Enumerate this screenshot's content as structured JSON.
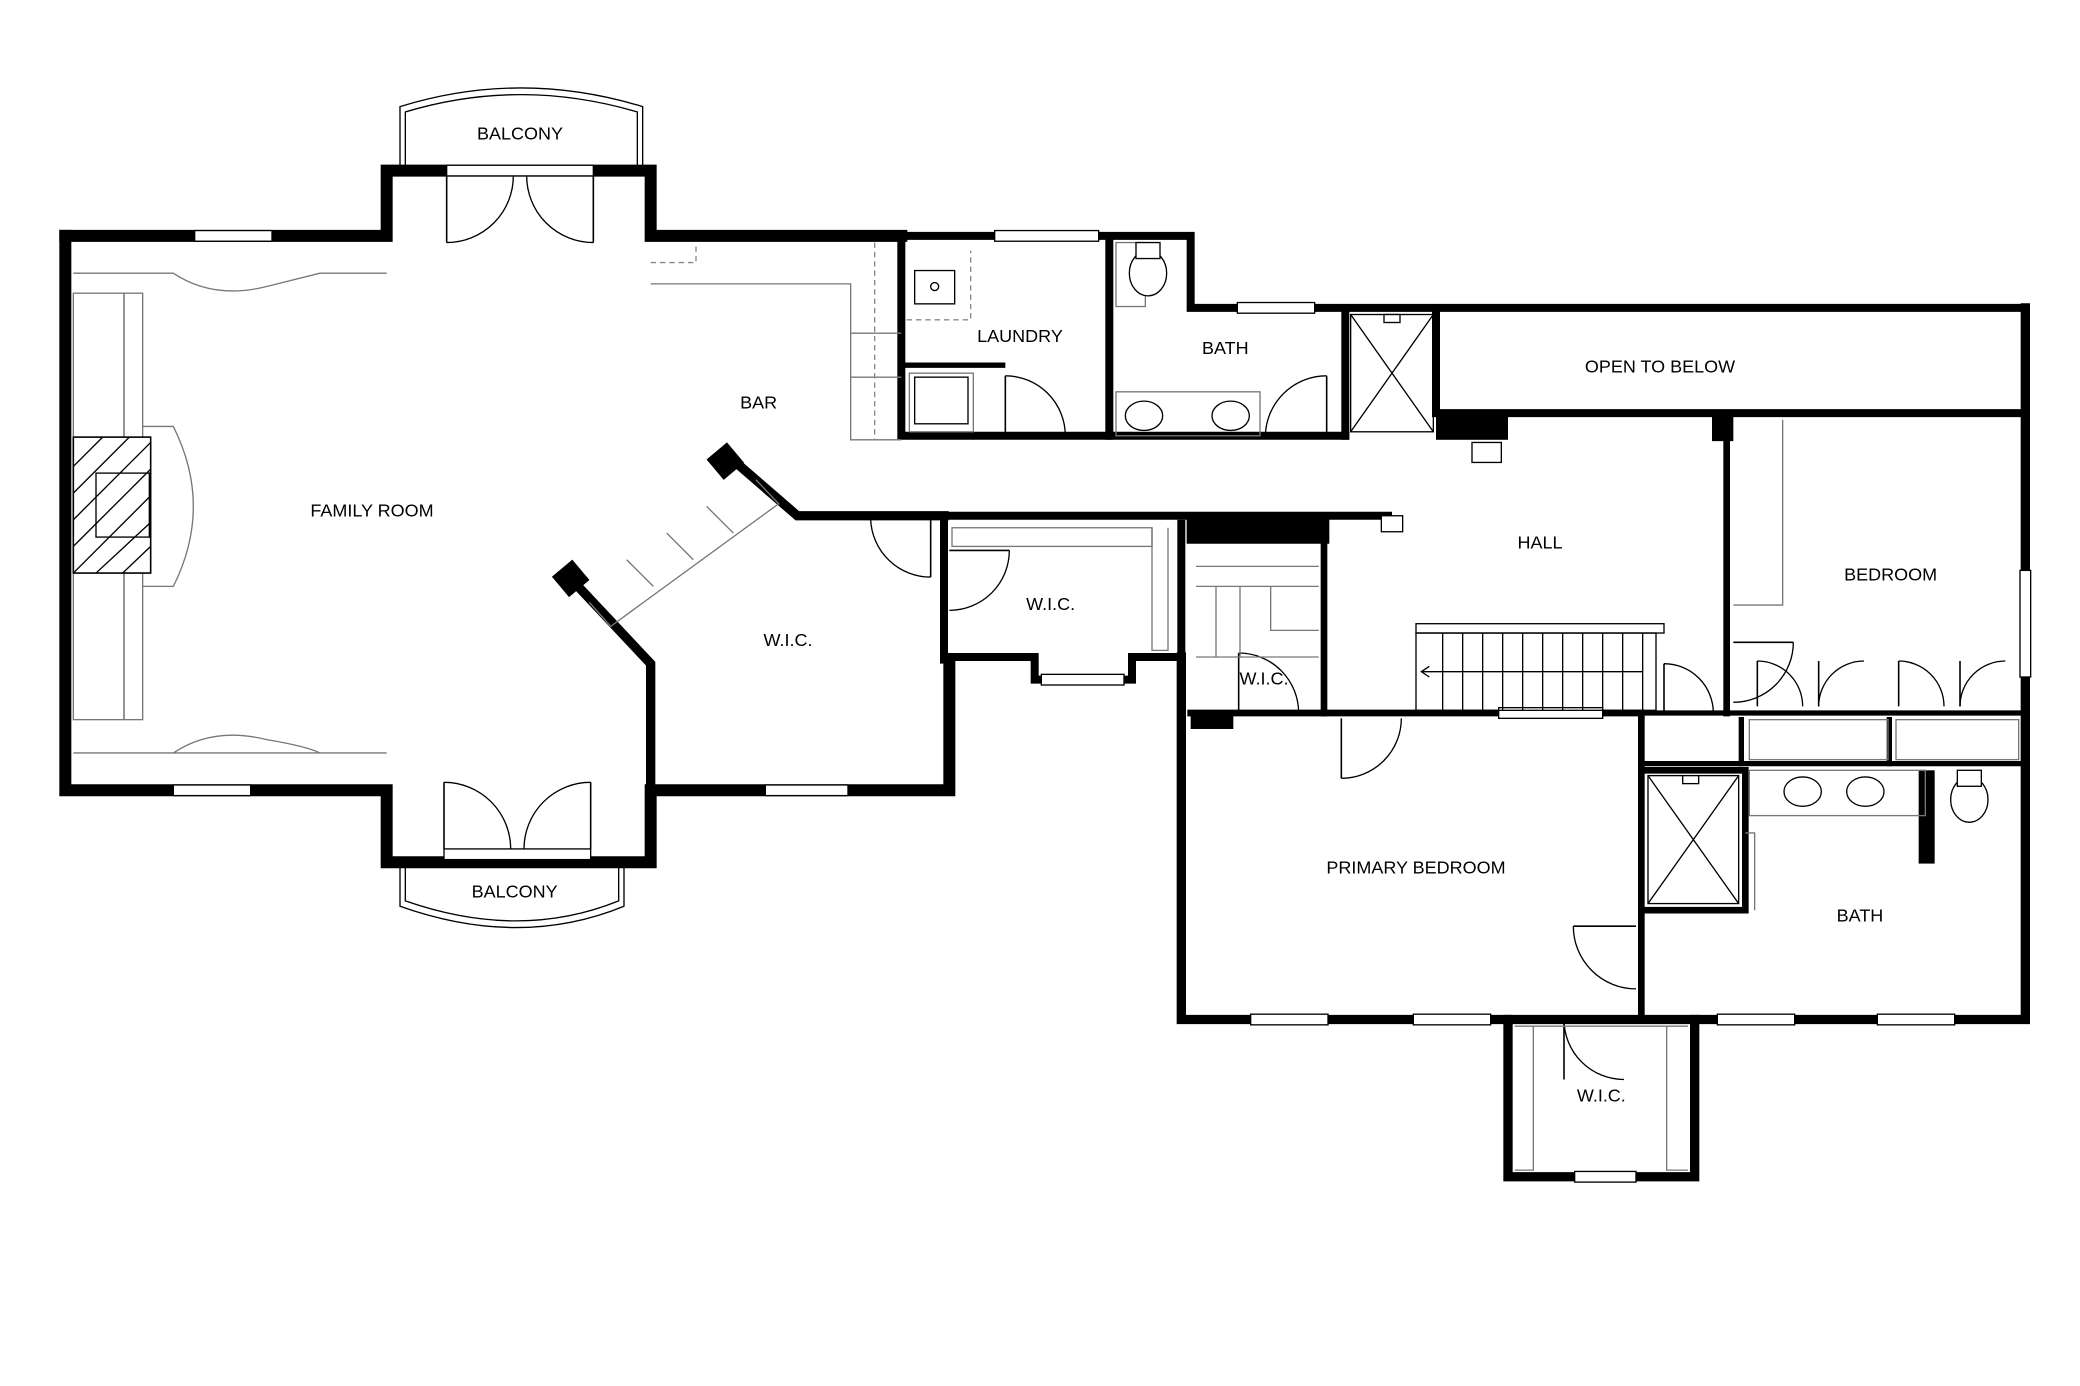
{
  "plan": {
    "rooms": {
      "balcony_top": "BALCONY",
      "balcony_bottom": "BALCONY",
      "family_room": "FAMILY ROOM",
      "bar": "BAR",
      "laundry": "LAUNDRY",
      "bath_upper": "BATH",
      "open_to_below": "OPEN TO BELOW",
      "wic_left": "W.I.C.",
      "wic_middle": "W.I.C.",
      "wic_stair": "W.I.C.",
      "hall": "HALL",
      "bedroom": "BEDROOM",
      "primary_bedroom": "PRIMARY BEDROOM",
      "bath_lower": "BATH",
      "wic_bottom": "W.I.C."
    }
  }
}
